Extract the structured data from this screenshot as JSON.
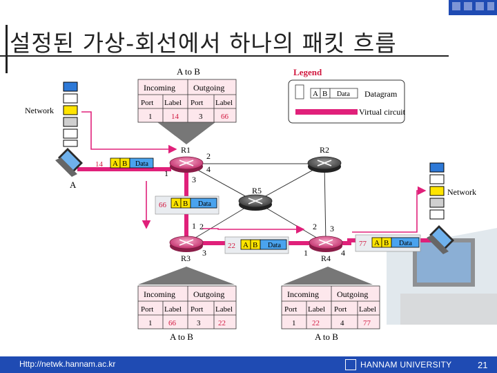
{
  "title": "설정된 가상-회선에서 하나의 패킷 흐름",
  "footer": {
    "url": "Http://netwk.hannam.ac.kr",
    "university": "HANNAM  UNIVERSITY",
    "page": "21"
  },
  "legend": {
    "title": "Legend",
    "datagram": "Datagram",
    "virtual_circuit": "Virtual circuit",
    "a": "A",
    "b": "B",
    "data": "Data"
  },
  "colors": {
    "accent_blue": "#1f4bb3",
    "vc_magenta": "#e0207a",
    "label_red": "#d1183f",
    "table_fill": "#fde7ec",
    "yellow": "#ffe400"
  },
  "network_labels": {
    "left": "Network",
    "right": "Network",
    "host_a": "A"
  },
  "routers": [
    "R1",
    "R2",
    "R3",
    "R4",
    "R5"
  ],
  "port_numbers": {
    "r1_2": "2",
    "r1_4": "4",
    "r1_1": "1",
    "r1_3": "3",
    "r3_1": "1",
    "r3_2": "2",
    "r3_3": "3",
    "r4_2": "2",
    "r4_3": "3",
    "r4_1": "1",
    "r4_4": "4"
  },
  "tables": [
    {
      "caption": "A to B",
      "incoming": "Incoming",
      "outgoing": "Outgoing",
      "headers": [
        "Port",
        "Label",
        "Port",
        "Label"
      ],
      "row": [
        "1",
        "14",
        "3",
        "66"
      ]
    },
    {
      "caption": "A to B",
      "incoming": "Incoming",
      "outgoing": "Outgoing",
      "headers": [
        "Port",
        "Label",
        "Port",
        "Label"
      ],
      "row": [
        "1",
        "66",
        "3",
        "22"
      ]
    },
    {
      "caption": "A to B",
      "incoming": "Incoming",
      "outgoing": "Outgoing",
      "headers": [
        "Port",
        "Label",
        "Port",
        "Label"
      ],
      "row": [
        "1",
        "22",
        "4",
        "77"
      ]
    }
  ],
  "packets": [
    {
      "label": "14",
      "a": "A",
      "b": "B",
      "data": "Data"
    },
    {
      "label": "66",
      "a": "A",
      "b": "B",
      "data": "Data"
    },
    {
      "label": "22",
      "a": "A",
      "b": "B",
      "data": "Data"
    },
    {
      "label": "77",
      "a": "A",
      "b": "B",
      "data": "Data"
    }
  ]
}
